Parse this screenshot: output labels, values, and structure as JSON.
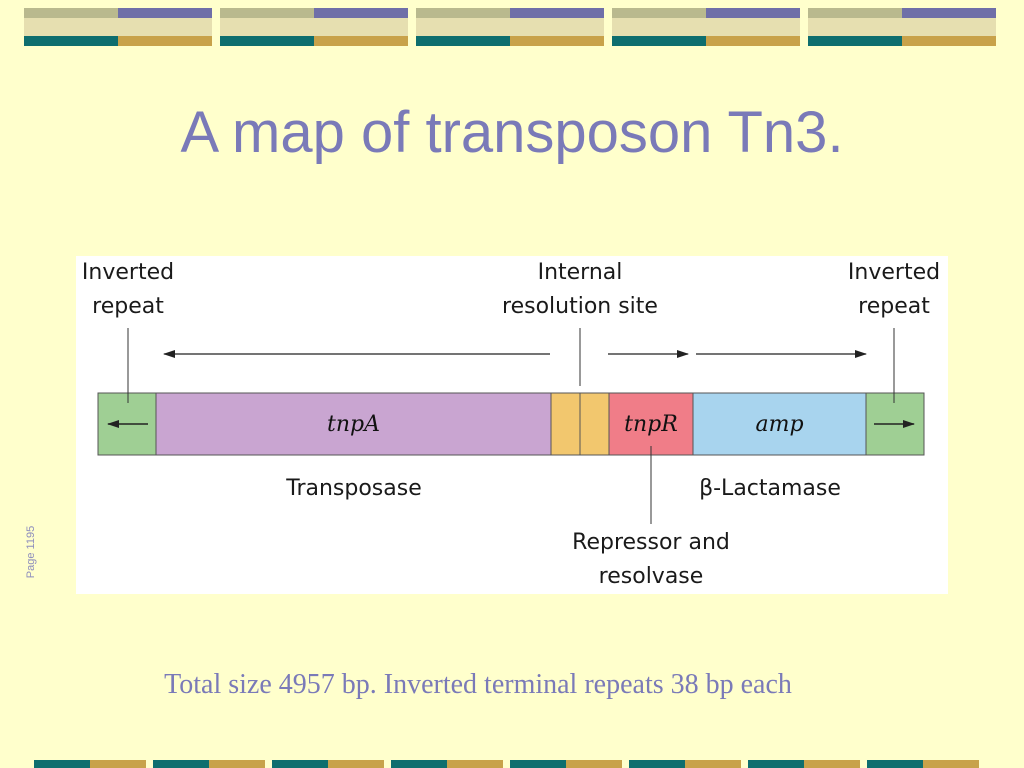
{
  "slide": {
    "title": "A map of transposon Tn3.",
    "page_ref": "Page 1195",
    "footer_note": "Total size 4957 bp. Inverted terminal repeats 38 bp each"
  },
  "diagram": {
    "labels": {
      "inverted_repeat_left": [
        "Inverted",
        "repeat"
      ],
      "internal_resolution_site": [
        "Internal",
        "resolution site"
      ],
      "inverted_repeat_right": [
        "Inverted",
        "repeat"
      ],
      "transposase": "Transposase",
      "beta_lactamase": "β-Lactamase",
      "repressor_resolvase": [
        "Repressor and",
        "resolvase"
      ]
    },
    "genes": {
      "tnpA": "tnpA",
      "tnpR": "tnpR",
      "amp": "amp"
    },
    "colors": {
      "inverted_repeat": "#9fcf94",
      "tnpA": "#c9a5d1",
      "resolution_site": "#f2c76e",
      "tnpR": "#f07d88",
      "amp": "#a8d4ee"
    }
  },
  "theme": {
    "background": "#ffffcc",
    "title_color": "#7a7ab8",
    "band_colors": [
      "#b9b98e",
      "#6f6fa8",
      "#0e6e6e",
      "#c8a24a",
      "#e6dfb0"
    ]
  }
}
